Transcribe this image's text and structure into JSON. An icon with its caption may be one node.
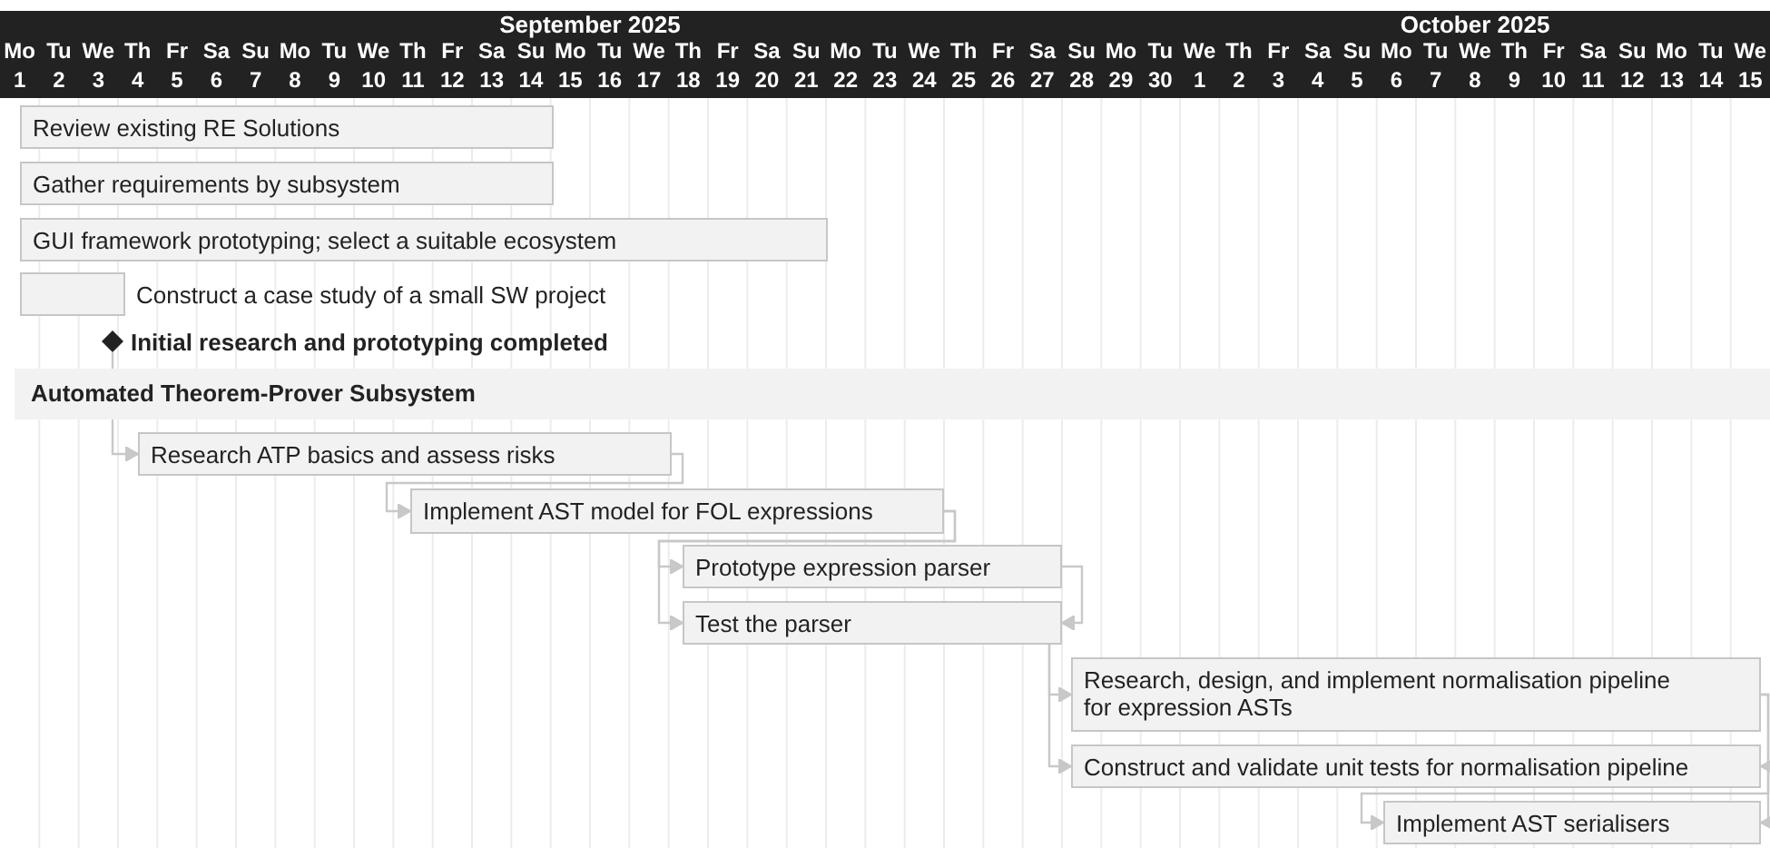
{
  "diagram": {
    "nodes": [
      {
        "text": [
          "Review existing RE Solutions"
        ]
      },
      {
        "text": [
          "Gather requirements by subsystem"
        ]
      },
      {
        "text": [
          "GUI framework prototyping; select a suitable ecosystem"
        ]
      },
      {
        "text": [],
        "shape": "box",
        "beside": [
          "Construct a case study of a small SW project"
        ]
      },
      {
        "text": [],
        "shape": "diamond",
        "beside": [
          "Initial research and prototyping completed"
        ]
      },
      {
        "text": [
          "Research ATP basics and assess risks"
        ]
      },
      {
        "text": [
          "Implement AST model for FOL expressions"
        ]
      },
      {
        "text": [
          "Prototype expression parser"
        ]
      },
      {
        "text": [
          "Test the parser"
        ]
      },
      {
        "text": [
          "Research, design, and implement normalisation pipeline for expression ASTs"
        ]
      },
      {
        "text": [
          "Construct and validate unit tests for normalisation pipeline"
        ]
      },
      {
        "text": [
          "Implement AST serialisers"
        ]
      }
    ],
    "edges": [
      {
        "from": 4,
        "to": 5,
        "arrow": "to"
      },
      {
        "from": 5,
        "to": 6,
        "arrow": "to"
      },
      {
        "from": 6,
        "to": 7,
        "arrow": "to"
      },
      {
        "from": 6,
        "to": 8,
        "arrow": "to"
      },
      {
        "from": 7,
        "to": 8,
        "arrow": "to"
      },
      {
        "from": 8,
        "to": 9,
        "arrow": "to"
      },
      {
        "from": 8,
        "to": 10,
        "arrow": "to"
      },
      {
        "from": 9,
        "to": 10,
        "arrow": "to"
      },
      {
        "from": 9,
        "to": 11,
        "arrow": "to"
      },
      {
        "from": 10,
        "to": 11,
        "arrow": "to"
      }
    ],
    "labels": [
      "September 2025",
      "October 2025",
      "Mo",
      "Tu",
      "We",
      "Th",
      "Fr",
      "Sa",
      "Su",
      "Mo",
      "Tu",
      "We",
      "Th",
      "Fr",
      "Sa",
      "Su",
      "Mo",
      "Tu",
      "We",
      "Th",
      "Fr",
      "Sa",
      "Su",
      "Mo",
      "Tu",
      "We",
      "Th",
      "Fr",
      "Sa",
      "Su",
      "Mo",
      "Tu",
      "We",
      "Th",
      "Fr",
      "Sa",
      "Su",
      "Mo",
      "Tu",
      "We",
      "Th",
      "Fr",
      "Sa",
      "Su",
      "Mo",
      "Tu",
      "We",
      "1",
      "2",
      "3",
      "4",
      "5",
      "6",
      "7",
      "8",
      "9",
      "10",
      "11",
      "12",
      "13",
      "14",
      "15",
      "16",
      "17",
      "18",
      "19",
      "20",
      "21",
      "22",
      "23",
      "24",
      "25",
      "26",
      "27",
      "28",
      "29",
      "30",
      "1",
      "2",
      "3",
      "4",
      "5",
      "6",
      "7",
      "8",
      "9",
      "10",
      "11",
      "12",
      "13",
      "14",
      "15",
      "Automated Theorem-Prover Subsystem"
    ]
  }
}
